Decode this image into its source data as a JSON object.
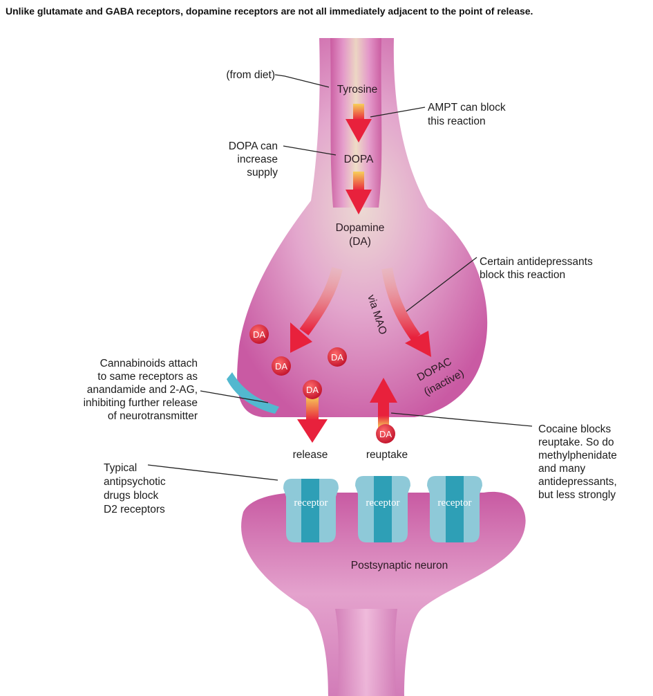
{
  "caption": "Unlike glutamate and GABA receptors, dopamine receptors are not all immediately adjacent to the point of release.",
  "colors": {
    "neuron_fill": "#d86fb4",
    "neuron_light": "#f3c3e0",
    "axon_core": "#efe3c4",
    "arrow_red": "#e8213c",
    "arrow_yellow": "#f7cf5a",
    "receptor_light": "#8ec9d8",
    "receptor_dark": "#2e9fb6",
    "da_ball": "#d3142b"
  },
  "labels": {
    "from_diet": "(from diet)",
    "tyrosine": "Tyrosine",
    "ampt_line1": "AMPT can block",
    "ampt_line2": "this reaction",
    "dopa_can_1": "DOPA can",
    "dopa_can_2": "increase",
    "dopa_can_3": "supply",
    "dopa": "DOPA",
    "dopamine_1": "Dopamine",
    "dopamine_2": "(DA)",
    "antidep_1": "Certain antidepressants",
    "antidep_2": "block this reaction",
    "via_mao": "via MAO",
    "dopac_1": "DOPAC",
    "dopac_2": "(inactive)",
    "canna_1": "Cannabinoids attach",
    "canna_2": "to same receptors as",
    "canna_3": "anandamide and 2-AG,",
    "canna_4": "inhibiting further release",
    "canna_5": "of neurotransmitter",
    "release": "release",
    "reuptake": "reuptake",
    "cocaine_1": "Cocaine blocks",
    "cocaine_2": "reuptake. So do",
    "cocaine_3": "methylphenidate",
    "cocaine_4": "and many",
    "cocaine_5": "antidepressants,",
    "cocaine_6": "but less strongly",
    "typical_1": "Typical",
    "typical_2": "antipsychotic",
    "typical_3": "drugs block",
    "typical_4": "D2 receptors",
    "postsynaptic": "Postsynaptic neuron",
    "da": "DA",
    "receptor": "receptor"
  }
}
